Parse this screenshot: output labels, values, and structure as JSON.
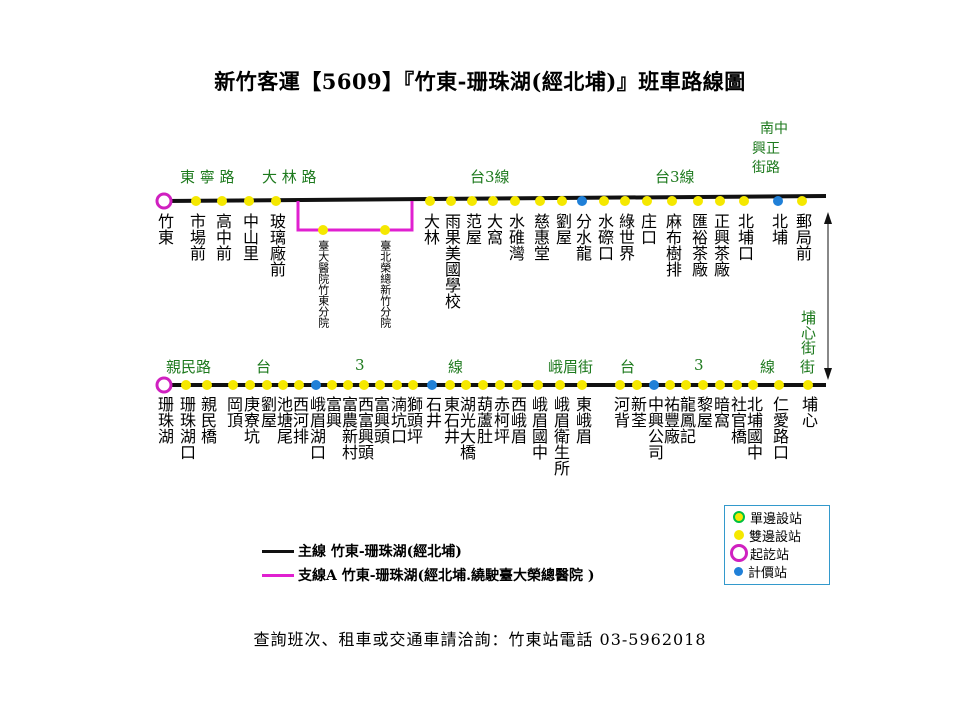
{
  "title": "新竹客運【5609】『竹東-珊珠湖(經北埔)』班車路線圖",
  "colors": {
    "main": "#111111",
    "branch": "#e020d0",
    "start": "#d020c0",
    "double": "#f5e800",
    "single": "#00c040",
    "fare": "#2080d8",
    "road": "#1e7a1e"
  },
  "top_row": {
    "stops": [
      {
        "label": "竹東",
        "type": "start"
      },
      {
        "label": "市場前",
        "type": "double"
      },
      {
        "label": "高中前",
        "type": "double"
      },
      {
        "label": "中山里",
        "type": "double"
      },
      {
        "label": "玻璃廠前",
        "type": "double"
      },
      {
        "label": "大林",
        "type": "double"
      },
      {
        "label": "雨果美國學校",
        "type": "double"
      },
      {
        "label": "范屋",
        "type": "double"
      },
      {
        "label": "大窩",
        "type": "double"
      },
      {
        "label": "水碓灣",
        "type": "double"
      },
      {
        "label": "慈惠堂",
        "type": "double"
      },
      {
        "label": "劉屋",
        "type": "double"
      },
      {
        "label": "分水龍",
        "type": "fare"
      },
      {
        "label": "水磜口",
        "type": "double"
      },
      {
        "label": "綠世界",
        "type": "double"
      },
      {
        "label": "庄口",
        "type": "double"
      },
      {
        "label": "麻布樹排",
        "type": "double"
      },
      {
        "label": "匯裕茶廠",
        "type": "double"
      },
      {
        "label": "正興茶廠",
        "type": "double"
      },
      {
        "label": "北埔口",
        "type": "double"
      },
      {
        "label": "北埔",
        "type": "fare"
      },
      {
        "label": "郵局前",
        "type": "double"
      }
    ],
    "branch": [
      {
        "label": "臺大醫院竹東分院",
        "type": "double"
      },
      {
        "label": "臺北榮總新竹分院",
        "type": "double"
      }
    ]
  },
  "bottom_row": {
    "stops": [
      {
        "label": "珊珠湖",
        "type": "start"
      },
      {
        "label": "珊珠湖口",
        "type": "double"
      },
      {
        "label": "親民橋",
        "type": "double"
      },
      {
        "label": "岡頂",
        "type": "double"
      },
      {
        "label": "庚寮坑",
        "type": "double"
      },
      {
        "label": "劉屋",
        "type": "double"
      },
      {
        "label": "池塘尾",
        "type": "double"
      },
      {
        "label": "西河排",
        "type": "double"
      },
      {
        "label": "峨眉湖口",
        "type": "fare"
      },
      {
        "label": "富興",
        "type": "double"
      },
      {
        "label": "富農新村",
        "type": "double"
      },
      {
        "label": "西富興頭",
        "type": "double"
      },
      {
        "label": "富興頭",
        "type": "double"
      },
      {
        "label": "湳坑口",
        "type": "double"
      },
      {
        "label": "獅頭坪",
        "type": "double"
      },
      {
        "label": "石井",
        "type": "fare"
      },
      {
        "label": "東石井",
        "type": "double"
      },
      {
        "label": "湖光大橋",
        "type": "double"
      },
      {
        "label": "葫蘆肚",
        "type": "double"
      },
      {
        "label": "赤柯坪",
        "type": "double"
      },
      {
        "label": "西峨眉",
        "type": "double"
      },
      {
        "label": "峨眉國中",
        "type": "double"
      },
      {
        "label": "峨眉衛生所",
        "type": "double"
      },
      {
        "label": "東峨眉",
        "type": "double"
      },
      {
        "label": "河背",
        "type": "double"
      },
      {
        "label": "新荃",
        "type": "double"
      },
      {
        "label": "中興公司",
        "type": "fare"
      },
      {
        "label": "祐豐廠",
        "type": "double"
      },
      {
        "label": "龍鳳記",
        "type": "double"
      },
      {
        "label": "黎屋",
        "type": "double"
      },
      {
        "label": "暗窩",
        "type": "double"
      },
      {
        "label": "社官橋",
        "type": "double"
      },
      {
        "label": "北埔國中",
        "type": "double"
      },
      {
        "label": "仁愛路口",
        "type": "double"
      },
      {
        "label": "埔心",
        "type": "double"
      }
    ]
  },
  "roads_top": {
    "road1": "東 寧 路",
    "road2": "大 林 路",
    "road3": "台3線",
    "road4": "台3線",
    "road5": "南中興正街路"
  },
  "roads_bottom": {
    "road1": "親民路",
    "road2": "台",
    "road3": "3",
    "road4": "線",
    "road5": "峨眉街",
    "road6": "台",
    "road7": "3",
    "road8": "線",
    "road9": "街"
  },
  "road_right": "埔心街",
  "legend": {
    "single": "單邊設站",
    "double": "雙邊設站",
    "start": "起訖站",
    "fare": "計價站"
  },
  "lines_legend": {
    "main": "主線  竹東-珊珠湖(經北埔)",
    "branch": "支線A 竹東-珊珠湖(經北埔.繞駛臺大榮總醫院 )"
  },
  "footer": "查詢班次、租車或交通車請洽詢：竹東站電話 03-5962018"
}
